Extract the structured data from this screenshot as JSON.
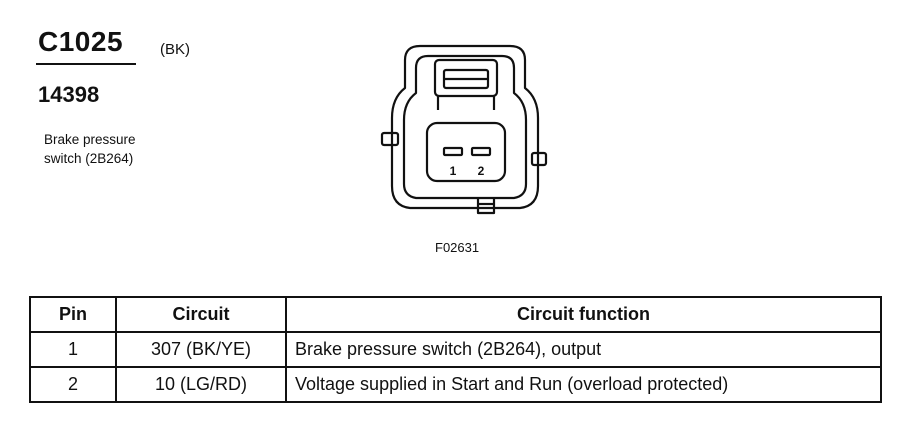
{
  "header": {
    "connector_id": "C1025",
    "color_code": "(BK)",
    "part_number": "14398",
    "description_lines": [
      "Brake pressure",
      "switch (2B264)"
    ]
  },
  "figure": {
    "pin_labels": [
      "1",
      "2"
    ],
    "figure_code": "F02631"
  },
  "table": {
    "headers": [
      "Pin",
      "Circuit",
      "Circuit function"
    ],
    "rows": [
      {
        "pin": "1",
        "circuit": "307 (BK/YE)",
        "function": "Brake pressure switch (2B264), output"
      },
      {
        "pin": "2",
        "circuit": "10 (LG/RD)",
        "function": "Voltage supplied in Start and Run (overload protected)"
      }
    ]
  }
}
